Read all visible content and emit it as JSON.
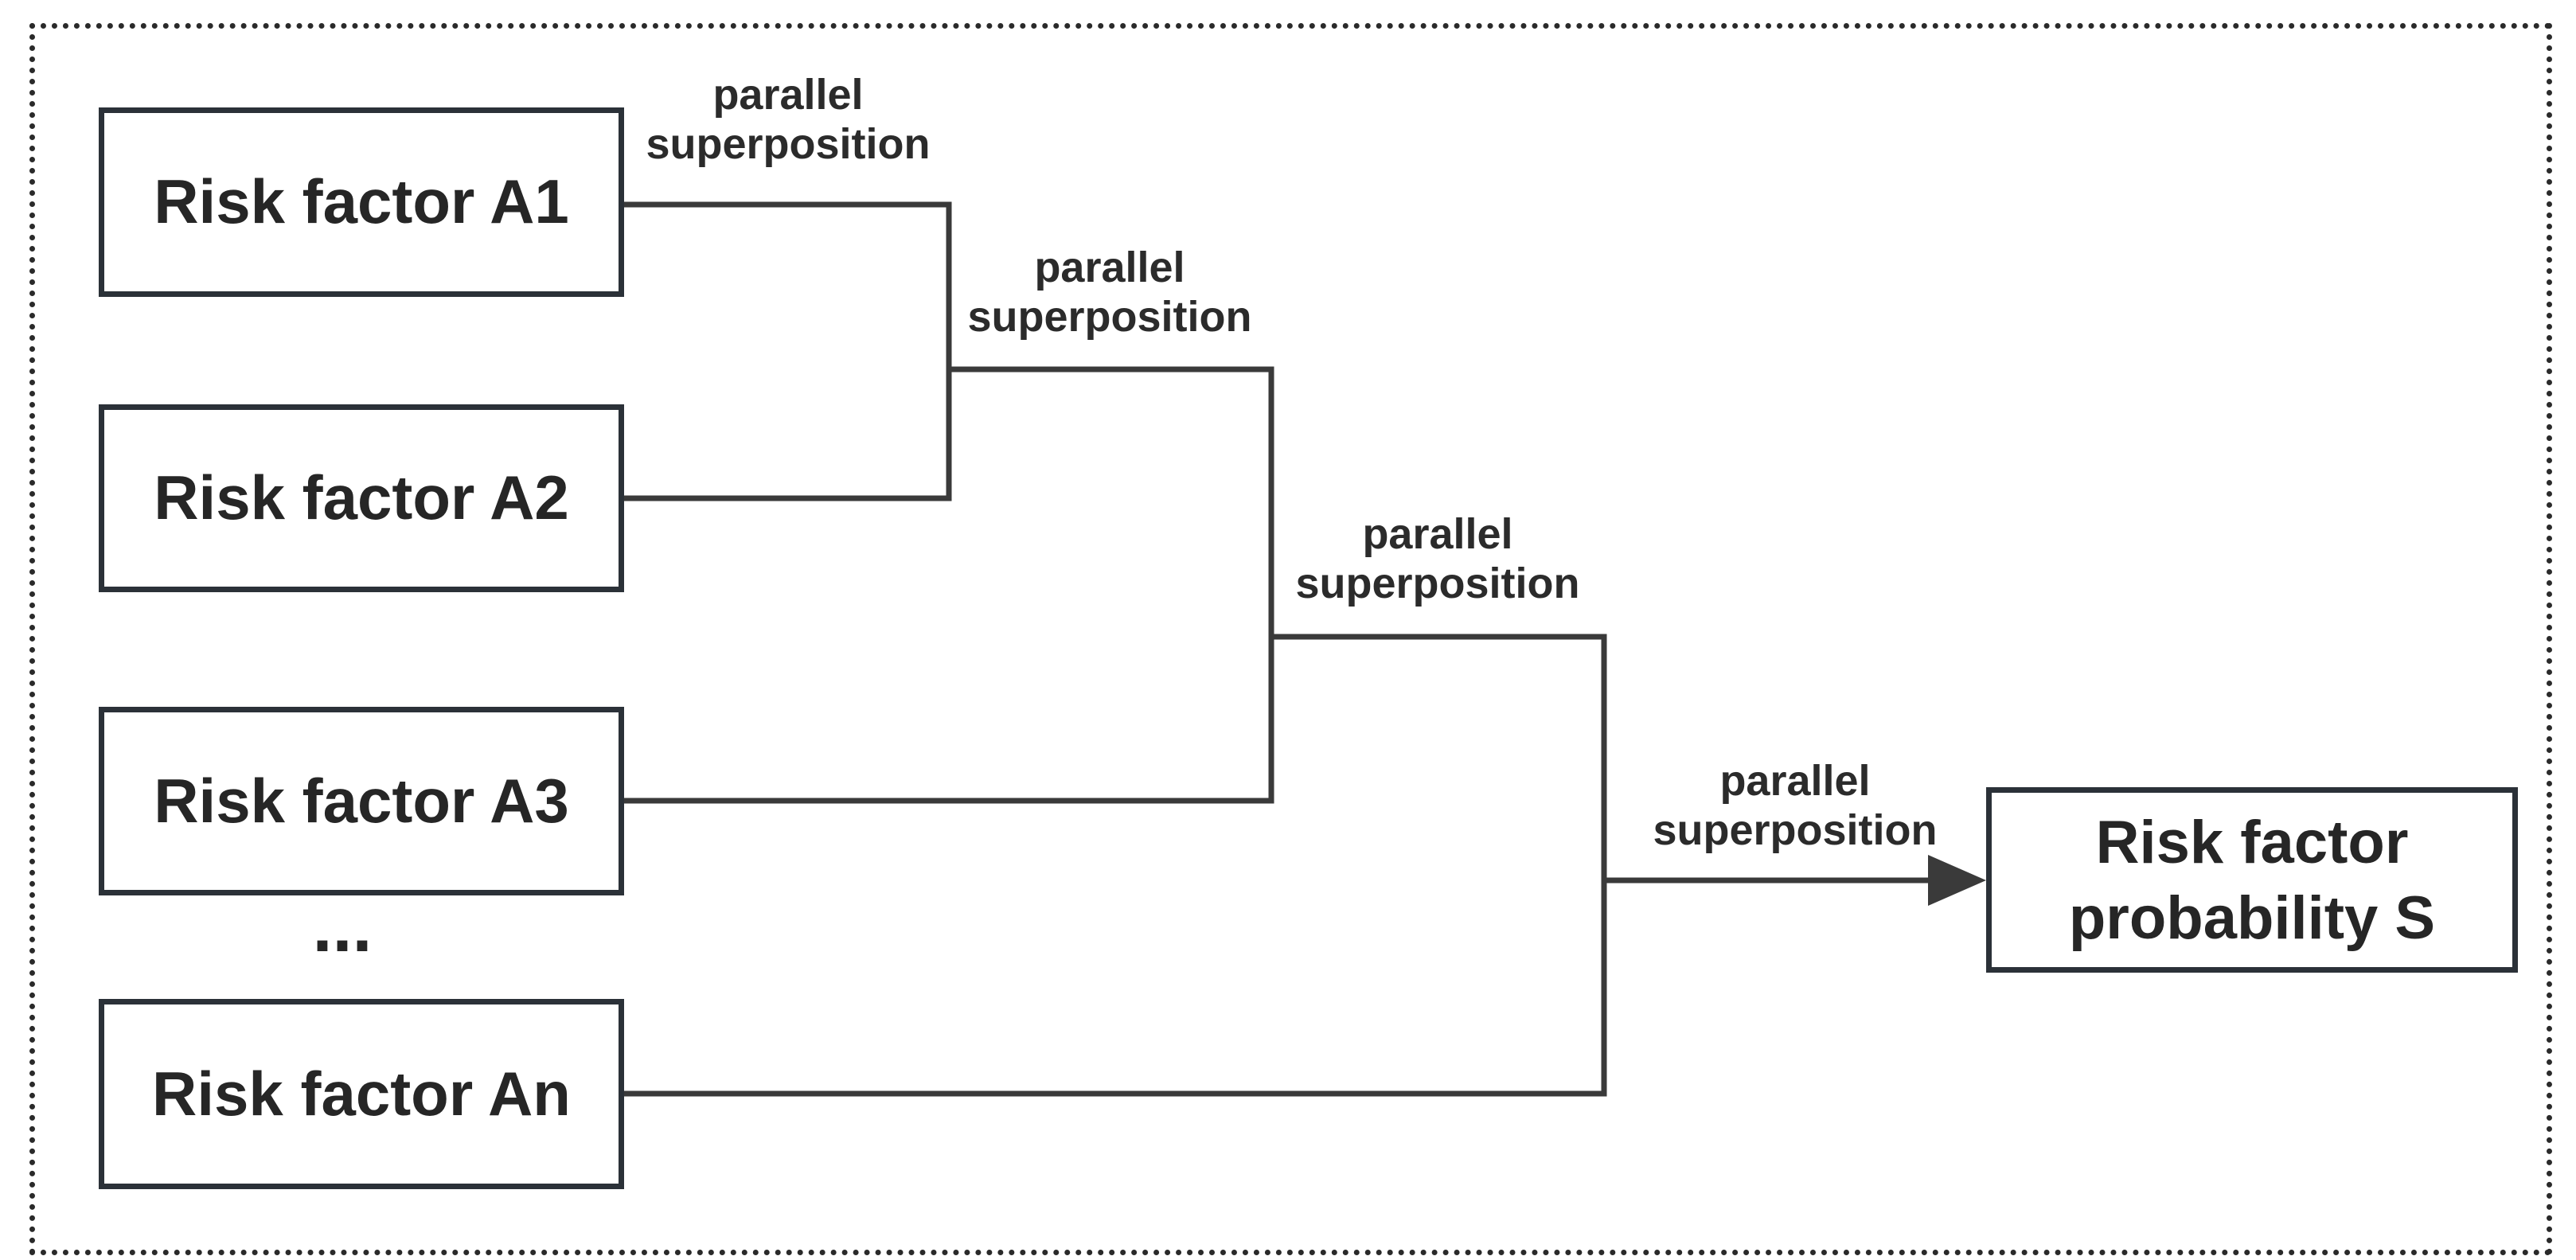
{
  "diagram": {
    "frame_border_style": "dotted",
    "colors": {
      "background": "#ffffff",
      "line": "#3a3a3a",
      "box_border": "#2b3138",
      "text": "#262626"
    },
    "nodes": [
      {
        "id": "a1",
        "label": "Risk factor A1"
      },
      {
        "id": "a2",
        "label": "Risk factor A2"
      },
      {
        "id": "a3",
        "label": "Risk factor A3"
      },
      {
        "id": "an",
        "label": "Risk factor An"
      },
      {
        "id": "s",
        "line1": "Risk factor",
        "line2": "probability S"
      }
    ],
    "ellipsis": "...",
    "connector_labels": [
      {
        "line1": "parallel",
        "line2": "superposition"
      },
      {
        "line1": "parallel",
        "line2": "superposition"
      },
      {
        "line1": "parallel",
        "line2": "superposition"
      },
      {
        "line1": "parallel",
        "line2": "superposition"
      }
    ]
  }
}
